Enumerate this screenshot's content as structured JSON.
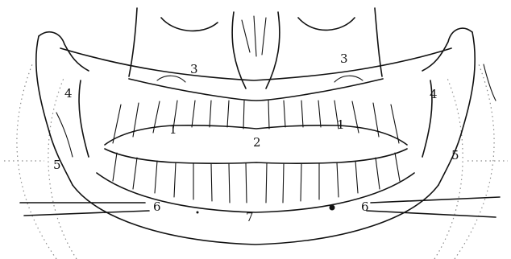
{
  "labels": {
    "label_1_left": "1",
    "label_1_right": "1",
    "label_2": "2",
    "label_3_left": "3",
    "label_3_right": "3",
    "label_4_left": "4",
    "label_4_right": "4",
    "label_5_left": "5",
    "label_5_right": "5",
    "label_6_left": "6",
    "label_6_right": "6",
    "label_7": "7"
  },
  "colors": {
    "line": "#111111",
    "dotted": "#8a8a8a",
    "background": "#ffffff"
  }
}
